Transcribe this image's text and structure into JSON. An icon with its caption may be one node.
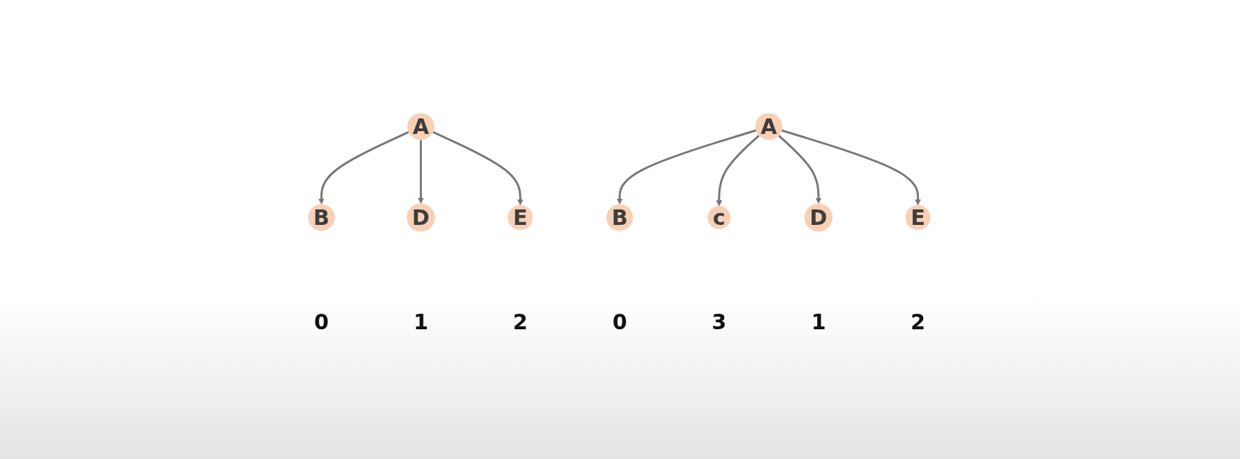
{
  "diagram": {
    "nodes": [
      {
        "text": [
          "A"
        ]
      },
      {
        "text": [
          "B"
        ],
        "beside": [
          "0"
        ]
      },
      {
        "text": [
          "D"
        ],
        "beside": [
          "1"
        ]
      },
      {
        "text": [
          "E"
        ],
        "beside": [
          "2"
        ]
      },
      {
        "text": [
          "A"
        ]
      },
      {
        "text": [
          "B"
        ],
        "beside": [
          "0"
        ]
      },
      {
        "text": [
          "c"
        ],
        "beside": [
          "3"
        ]
      },
      {
        "text": [
          "D"
        ],
        "beside": [
          "1"
        ]
      },
      {
        "text": [
          "E"
        ],
        "beside": [
          "2"
        ]
      }
    ],
    "edges": [
      {
        "from": 0,
        "to": 1,
        "arrow": "to"
      },
      {
        "from": 0,
        "to": 2,
        "arrow": "to"
      },
      {
        "from": 0,
        "to": 3,
        "arrow": "to"
      },
      {
        "from": 4,
        "to": 5,
        "arrow": "to"
      },
      {
        "from": 4,
        "to": 6,
        "arrow": "to"
      },
      {
        "from": 4,
        "to": 7,
        "arrow": "to"
      },
      {
        "from": 4,
        "to": 8,
        "arrow": "to"
      }
    ]
  }
}
